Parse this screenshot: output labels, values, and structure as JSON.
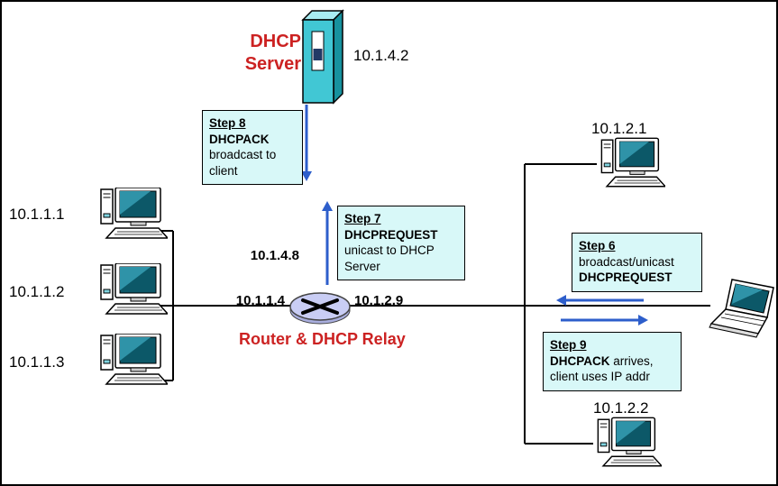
{
  "server": {
    "name_line1": "DHCP",
    "name_line2": "Server",
    "ip": "10.1.4.2"
  },
  "router": {
    "label": "Router & DHCP Relay",
    "ip_wan": "10.1.4.8",
    "ip_left": "10.1.1.4",
    "ip_right": "10.1.2.9"
  },
  "left_hosts": [
    {
      "ip": "10.1.1.1"
    },
    {
      "ip": "10.1.1.2"
    },
    {
      "ip": "10.1.1.3"
    }
  ],
  "right_hosts": [
    {
      "ip": "10.1.2.1"
    },
    {
      "ip": "10.1.2.2"
    }
  ],
  "steps": {
    "step8": {
      "heading": "Step 8",
      "protocol": "DHCPACK",
      "line2": "broadcast to",
      "line3": "client"
    },
    "step7": {
      "heading": "Step 7",
      "protocol": "DHCPREQUEST",
      "line2": "unicast to DHCP",
      "line3": "Server"
    },
    "step6": {
      "heading": "Step 6",
      "line1": "broadcast/unicast",
      "protocol": "DHCPREQUEST"
    },
    "step9": {
      "heading": "Step 9",
      "protocol": "DHCPACK",
      "line1_rest": " arrives,",
      "line2": "client uses IP addr"
    }
  },
  "icons": {
    "server": "server-tower-icon",
    "router": "router-icon",
    "desktop": "desktop-computer-icon",
    "laptop": "laptop-icon"
  },
  "colors": {
    "step_box_bg": "#d8f8f8",
    "label_red": "#cc2222",
    "arrow_blue": "#2d5ecb",
    "server_teal": "#41c7d4",
    "screen_teal": "#0c5868",
    "router_fill": "#c9cdf4",
    "line_black": "#000000"
  }
}
